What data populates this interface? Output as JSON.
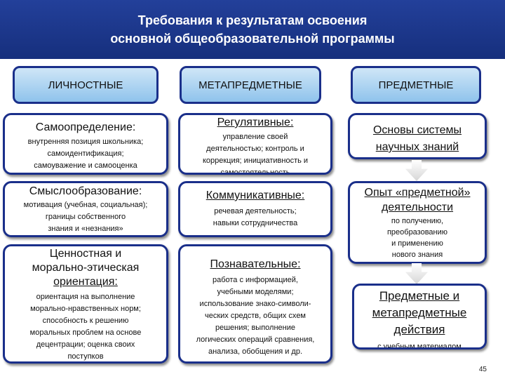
{
  "title": {
    "line1": "Требования к результатам освоения",
    "line2": "основной общеобразовательной программы"
  },
  "columns": [
    {
      "header": "ЛИЧНОСТНЫЕ",
      "boxes": [
        {
          "heading": "Самоопределение:",
          "text": [
            "внутренняя позиция школьника;",
            "самоидентификация;",
            "самоуважение и самооценка"
          ]
        },
        {
          "heading": "Смыслообразование:",
          "text": [
            "мотивация (учебная, социальная);",
            "границы собственного",
            "знания и «незнания»"
          ]
        },
        {
          "heading": [
            "Ценностная и",
            "морально-этическая",
            "ориентация:"
          ],
          "text": [
            "ориентация на выполнение",
            "морально-нравственных норм;",
            "способность к решению",
            "моральных проблем на основе",
            "децентрации; оценка своих",
            "поступков"
          ]
        }
      ]
    },
    {
      "header": "МЕТАПРЕДМЕТНЫЕ",
      "boxes": [
        {
          "heading": "Регулятивные:",
          "text": [
            "управление своей",
            "деятельностью; контроль и",
            "коррекция; инициативность и",
            "самостоятельность"
          ]
        },
        {
          "heading": "Коммуникативные:",
          "text": [
            "речевая деятельность;",
            "навыки сотрудничества"
          ]
        },
        {
          "heading": "Познавательные:",
          "text": [
            "работа с информацией,",
            "учебными моделями;",
            "использование знако-символи-",
            "ческих средств, общих схем",
            "решения; выполнение",
            "логических операций сравнения,",
            "анализа, обобщения и др."
          ]
        }
      ]
    },
    {
      "header": "ПРЕДМЕТНЫЕ",
      "boxes": [
        {
          "heading": [
            "Основы системы",
            "научных знаний"
          ],
          "text": []
        },
        {
          "heading": [
            "Опыт «предметной»",
            "деятельности"
          ],
          "text": [
            "по получению,",
            "преобразованию",
            "и применению",
            "нового знания"
          ]
        },
        {
          "heading": [
            "Предметные и",
            "метапредметные",
            "действия"
          ],
          "text": [
            "с учебным материалом"
          ]
        }
      ]
    }
  ],
  "page_number": "45"
}
